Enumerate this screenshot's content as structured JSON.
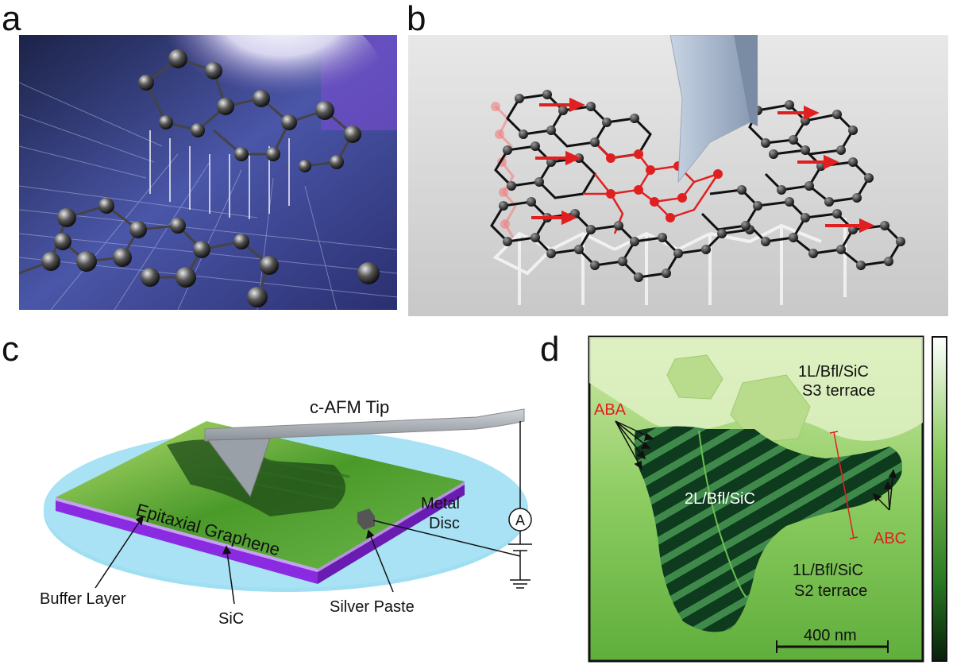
{
  "panels": {
    "a": {
      "letter": "a"
    },
    "b": {
      "letter": "b"
    },
    "c": {
      "letter": "c",
      "labels": {
        "tip": "c-AFM Tip",
        "graphene": "Epitaxial Graphene",
        "metal_line1": "Metal",
        "metal_line2": "Disc",
        "buffer": "Buffer Layer",
        "sic": "SiC",
        "silver": "Silver Paste",
        "ammeter": "A"
      }
    },
    "d": {
      "letter": "d",
      "labels": {
        "top_line1": "1L/Bfl/SiC",
        "top_line2": "S3 terrace",
        "aba": "ABA",
        "middle": "2L/Bfl/SiC",
        "abc": "ABC",
        "bottom_line1": "1L/Bfl/SiC",
        "bottom_line2": "S2 terrace",
        "scale": "400 nm"
      }
    }
  },
  "colors": {
    "panel_a_bg": "#3a3f8f",
    "panel_b_bg": "#e2e2e2",
    "red_accent": "#e02020",
    "graphene_green": "#5fae3c",
    "substrate_purple": "#8a2be2",
    "disc_blue": "#8fd8f0"
  }
}
